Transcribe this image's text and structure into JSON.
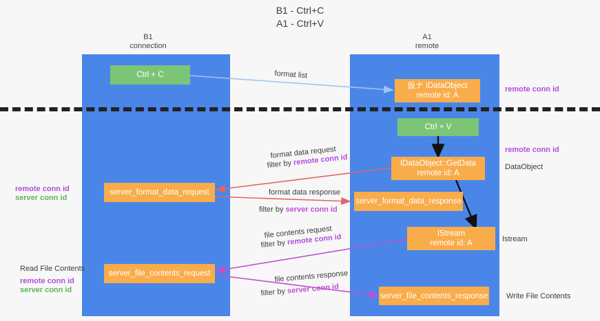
{
  "title": {
    "line1": "B1 - Ctrl+C",
    "line2": "A1 - Ctrl+V"
  },
  "lanes": [
    {
      "name": "B1",
      "sub": "connection"
    },
    {
      "name": "A1",
      "sub": "remote"
    }
  ],
  "nodes": {
    "ctrl_c": "Ctrl + C",
    "ctrl_v": "Ctrl + V",
    "dataobject_top_l1": "仮ナ IDataObject",
    "dataobject_top_l2": "remote id: A",
    "getdata_l1": "IDataObject::GetData",
    "getdata_l2": "remote id: A",
    "istream_l1": "IStream",
    "istream_l2": "remote id: A",
    "server_format_data_request": "server_format_data_request",
    "server_format_data_response": "server_format_data_response",
    "server_file_contents_request": "server_file_contents_request",
    "server_file_contents_response": "server_file_contents_response"
  },
  "edges": {
    "format_list": "format list",
    "format_data_request": "format data request",
    "format_data_request_filter_prefix": "filter by ",
    "format_data_request_filter_key": "remote conn id",
    "format_data_response": "format data response",
    "format_data_response_filter_prefix": "filter by ",
    "format_data_response_filter_key": "server conn id",
    "file_contents_request": "file contents request",
    "file_contents_request_filter_prefix": "filter by ",
    "file_contents_request_filter_key": "remote conn id",
    "file_contents_response": "file contents response",
    "file_contents_response_filter_prefix": "filter by ",
    "file_contents_response_filter_key": "server conn id"
  },
  "annotations": {
    "right_remote_conn_id_top": "remote conn id",
    "right_remote_conn_id_mid": "remote conn id",
    "right_dataobject": "DataObject",
    "right_istream": "Istream",
    "right_write_file_contents": "Write File Contents",
    "left_remote_conn_id_mid": "remote conn id",
    "left_server_conn_id_mid": "server conn id",
    "left_read_file_contents": "Read File Contents",
    "left_remote_conn_id_bot": "remote conn id",
    "left_server_conn_id_bot": "server conn id"
  },
  "colors": {
    "lane": "#4a86e8",
    "node_orange": "#f9ac4a",
    "node_green": "#7cc576",
    "accent_purple": "#b14fd8",
    "accent_green": "#5fb45a",
    "arrow_blue": "#9fc5f0",
    "arrow_red": "#e06666",
    "arrow_magenta": "#c04fd0",
    "arrow_black": "#111111",
    "background": "#f7f7f7"
  }
}
